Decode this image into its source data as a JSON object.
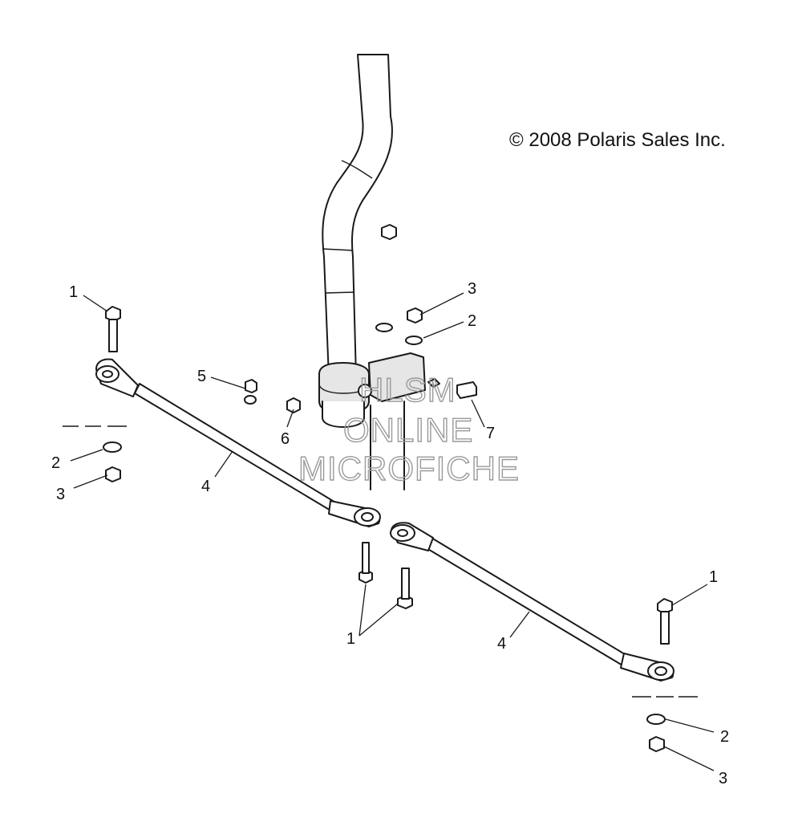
{
  "diagram": {
    "copyright": "© 2008 Polaris Sales Inc.",
    "watermark": [
      "HLSM",
      "ONLINE",
      "MICROFICHE"
    ],
    "callouts": {
      "bolt_left": "1",
      "nut_top": "3",
      "washer_top": "2",
      "nut_clamp": "5",
      "nut_lower": "6",
      "bolt_clamp": "7",
      "washer_left": "2",
      "nut_left": "3",
      "tie_rod_left": "4",
      "bolts_center": "1",
      "bolt_right": "1",
      "tie_rod_right": "4",
      "washer_right": "2",
      "nut_right": "3"
    }
  }
}
